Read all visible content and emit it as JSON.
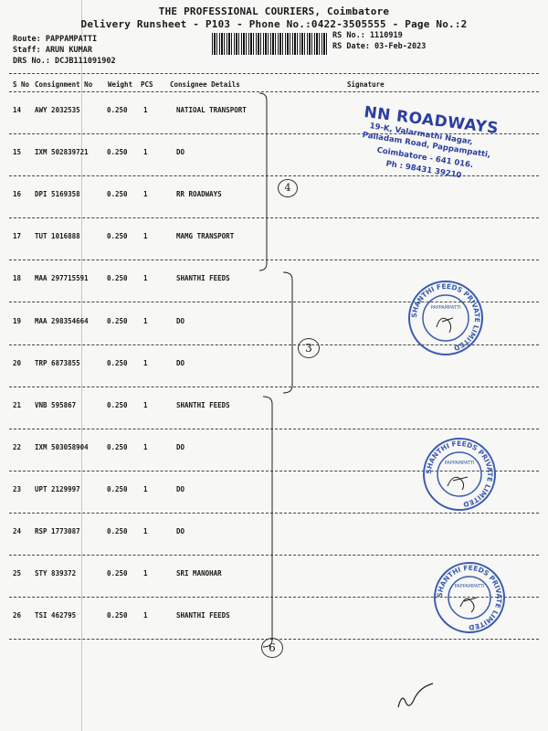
{
  "header": {
    "company": "THE PROFESSIONAL COURIERS, Coimbatore",
    "runsheet": "Delivery Runsheet - P103 - Phone No.:0422-3505555 - Page No.:2",
    "route": "Route: PAPPAMPATTI",
    "staff": "Staff: ARUN KUMAR",
    "drs": "DRS No.: DCJB111091902",
    "rs_no": "RS No.: 1110919",
    "rs_date": "RS Date: 03-Feb-2023"
  },
  "columns": {
    "sno": "S No",
    "consignment": "Consignment No",
    "weight": "Weight",
    "pcs": "PCS",
    "consignee": "Consignee Details",
    "signature": "Signature"
  },
  "rows": [
    {
      "sno": "14",
      "consignment": "AWY 2032535",
      "weight": "0.250",
      "pcs": "1",
      "consignee": "NATIOAL TRANSPORT"
    },
    {
      "sno": "15",
      "consignment": "IXM 502839721",
      "weight": "0.250",
      "pcs": "1",
      "consignee": "DO"
    },
    {
      "sno": "16",
      "consignment": "DPI 5169358",
      "weight": "0.250",
      "pcs": "1",
      "consignee": "RR ROADWAYS"
    },
    {
      "sno": "17",
      "consignment": "TUT 1016888",
      "weight": "0.250",
      "pcs": "1",
      "consignee": "MAMG TRANSPORT"
    },
    {
      "sno": "18",
      "consignment": "MAA 297715591",
      "weight": "0.250",
      "pcs": "1",
      "consignee": "SHANTHI FEEDS"
    },
    {
      "sno": "19",
      "consignment": "MAA 298354664",
      "weight": "0.250",
      "pcs": "1",
      "consignee": "DO"
    },
    {
      "sno": "20",
      "consignment": "TRP 6873855",
      "weight": "0.250",
      "pcs": "1",
      "consignee": "DO"
    },
    {
      "sno": "21",
      "consignment": "VNB 595867",
      "weight": "0.250",
      "pcs": "1",
      "consignee": "SHANTHI FEEDS"
    },
    {
      "sno": "22",
      "consignment": "IXM 503058904",
      "weight": "0.250",
      "pcs": "1",
      "consignee": "DO"
    },
    {
      "sno": "23",
      "consignment": "UPT 2129997",
      "weight": "0.250",
      "pcs": "1",
      "consignee": "DO"
    },
    {
      "sno": "24",
      "consignment": "RSP 1773087",
      "weight": "0.250",
      "pcs": "1",
      "consignee": "DO"
    },
    {
      "sno": "25",
      "consignment": "STY 839372",
      "weight": "0.250",
      "pcs": "1",
      "consignee": "SRI MANOHAR"
    },
    {
      "sno": "26",
      "consignment": "TSI 462795",
      "weight": "0.250",
      "pcs": "1",
      "consignee": "SHANTHI FEEDS"
    }
  ],
  "annotations": {
    "count_1": "4",
    "count_2": "3",
    "count_3": "6"
  },
  "stamp_roadways": {
    "name": "NN ROADWAYS",
    "line1": "19-K, Valarmathi Nagar,",
    "line2": "Palladam Road, Pappampatti,",
    "line3": "Coimbatore - 641 016.",
    "line4": "Ph : 98431 39210"
  },
  "seal_text": "SHANTHI FEEDS PRIVATE LIMITED",
  "seal_center": "PAPPAMPATTI",
  "colors": {
    "stamp_blue": "#2b3f9e",
    "ink": "#1a1a1a"
  }
}
